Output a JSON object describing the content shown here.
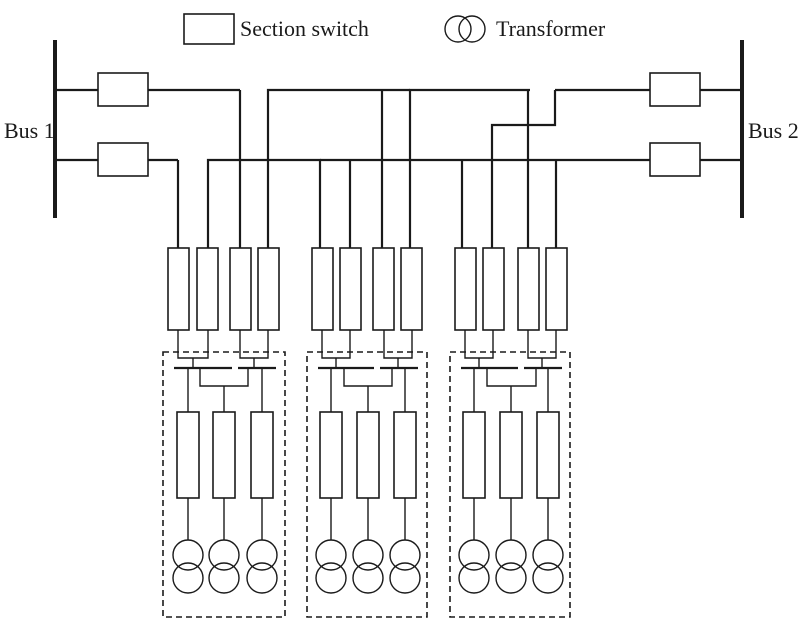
{
  "legend": {
    "section_switch": "Section switch",
    "transformer": "Transformer"
  },
  "buses": {
    "left": "Bus 1",
    "right": "Bus 2"
  },
  "colors": {
    "ink": "#1a1a1a",
    "background": "#ffffff"
  }
}
